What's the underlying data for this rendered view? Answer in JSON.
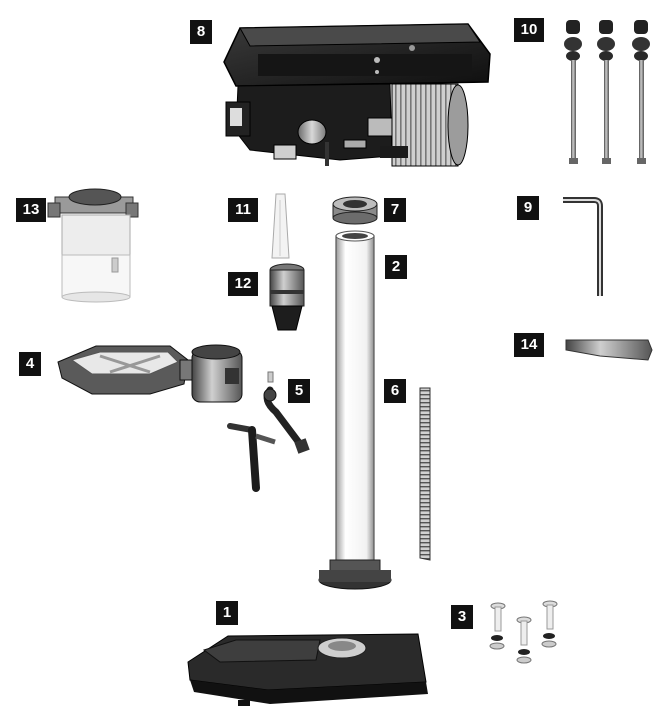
{
  "labels": {
    "base": "1",
    "column": "2",
    "bolts": "3",
    "table": "4",
    "crank": "5",
    "rack": "6",
    "collar": "7",
    "head": "8",
    "hex_key": "9",
    "feed_handles": "10",
    "arbor": "11",
    "chuck": "12",
    "chuck_guard": "13",
    "drift_key": "14"
  },
  "colors": {
    "label_bg": "#111111",
    "label_text": "#ffffff",
    "metal_dark": "#2a2a2a",
    "metal_mid": "#6e6e6e",
    "metal_light": "#bdbdbd",
    "white_part": "#f4f4f4"
  }
}
